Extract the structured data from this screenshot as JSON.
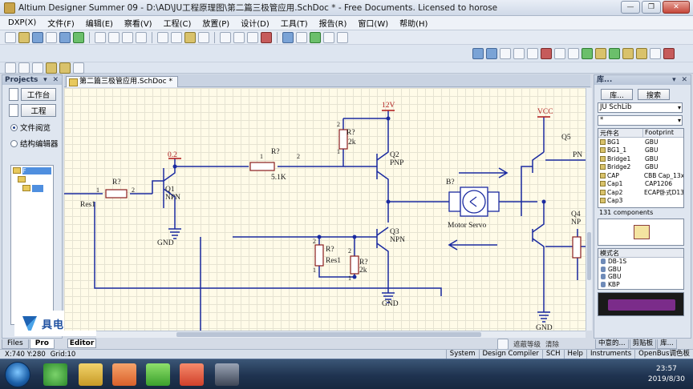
{
  "window": {
    "title": "Altium Designer Summer 09 - D:\\AD\\JU工程原理图\\第二篇三极管应用.SchDoc * - Free Documents. Licensed to horose",
    "min_label": "—",
    "max_label": "❐",
    "close_label": "✕"
  },
  "menu": [
    {
      "label": "DXP(X)"
    },
    {
      "label": "文件(F)"
    },
    {
      "label": "编辑(E)"
    },
    {
      "label": "察看(V)"
    },
    {
      "label": "工程(C)"
    },
    {
      "label": "放置(P)"
    },
    {
      "label": "设计(D)"
    },
    {
      "label": "工具(T)"
    },
    {
      "label": "报告(R)"
    },
    {
      "label": "窗口(W)"
    },
    {
      "label": "帮助(H)"
    }
  ],
  "projects_panel": {
    "title": "Projects",
    "controls": "▾ ✕",
    "workspace_btn": "工作台",
    "project_btn": "工程",
    "radio_file_view": "文件阅览",
    "radio_struct_editor": "结构编辑器",
    "tree_root": "F"
  },
  "document": {
    "tab_label": "第二篇三极管应用.SchDoc *"
  },
  "schematic": {
    "labels": {
      "net_02": "0.2",
      "r_top": "R?",
      "r_top_val": "5.1K",
      "r_top_pin1": "1",
      "r_top_pin2": "2",
      "r_left": "R?",
      "r_left_pin1": "1",
      "r_left_pin2": "2",
      "res1_left": "Res1",
      "q1": "Q1",
      "q1_type": "NPN",
      "gnd1": "GND",
      "v12": "12V",
      "r_2k": "R?",
      "r_2k_val": "2k",
      "r_2k_pin2": "2",
      "r_2k_pin1": "1",
      "q2": "Q2",
      "q2_type": "PNP",
      "b_motor": "B?",
      "motor": "Motor Servo",
      "q3": "Q3",
      "q3_type": "NPN",
      "gnd3": "GND",
      "r_res1": "R?",
      "r_res1_val": "Res1",
      "r_res1_pin2": "2",
      "r_res1_pin1": "1",
      "r_pk": "R?",
      "r_pk_val": "2k",
      "r_pk_pin2": "2",
      "r_pk_pin1": "1",
      "vcc": "VCC",
      "q5": "Q5",
      "q5_type": "PN",
      "q4": "Q4",
      "q4_type": "NP",
      "gnd5": "GND"
    }
  },
  "library_panel": {
    "title": "库...",
    "controls": "▾ ✕",
    "lib_btn": "库...",
    "search_btn": "搜索",
    "library_select": "JU SchLib",
    "filter_value": "*",
    "col_component": "元件名",
    "col_footprint": "Footprint",
    "components": [
      {
        "name": "BG1",
        "footprint": "GBU"
      },
      {
        "name": "BG1_1",
        "footprint": "GBU"
      },
      {
        "name": "Bridge1",
        "footprint": "GBU"
      },
      {
        "name": "Bridge2",
        "footprint": "GBU"
      },
      {
        "name": "CAP",
        "footprint": "CBB Cap_13x"
      },
      {
        "name": "Cap1",
        "footprint": "CAP1206"
      },
      {
        "name": "Cap2",
        "footprint": "ECAP卧式D13"
      },
      {
        "name": "Cap3",
        "footprint": ""
      }
    ],
    "count": "131 components",
    "model_header": "模式名",
    "models": [
      {
        "name": "DB-1S"
      },
      {
        "name": "GBU"
      },
      {
        "name": "GBU"
      },
      {
        "name": "KBP"
      }
    ]
  },
  "bottom_tabs": {
    "files": "Files",
    "projects": "Pro",
    "editor": "Editor",
    "mask_level": "遮蔽等级",
    "clear": "清除",
    "lib_tab1": "中意的...",
    "lib_tab2": "剪贴板",
    "lib_tab3": "库..."
  },
  "status": {
    "coords": "X:740 Y:280",
    "grid": "Grid:10",
    "buttons": [
      "System",
      "Design Compiler",
      "SCH",
      "Help",
      "Instruments",
      "OpenBus调色板"
    ]
  },
  "watermark": {
    "text": "具电子硬件"
  },
  "taskbar": {
    "time": "23:57",
    "date": "2019/8/30"
  }
}
